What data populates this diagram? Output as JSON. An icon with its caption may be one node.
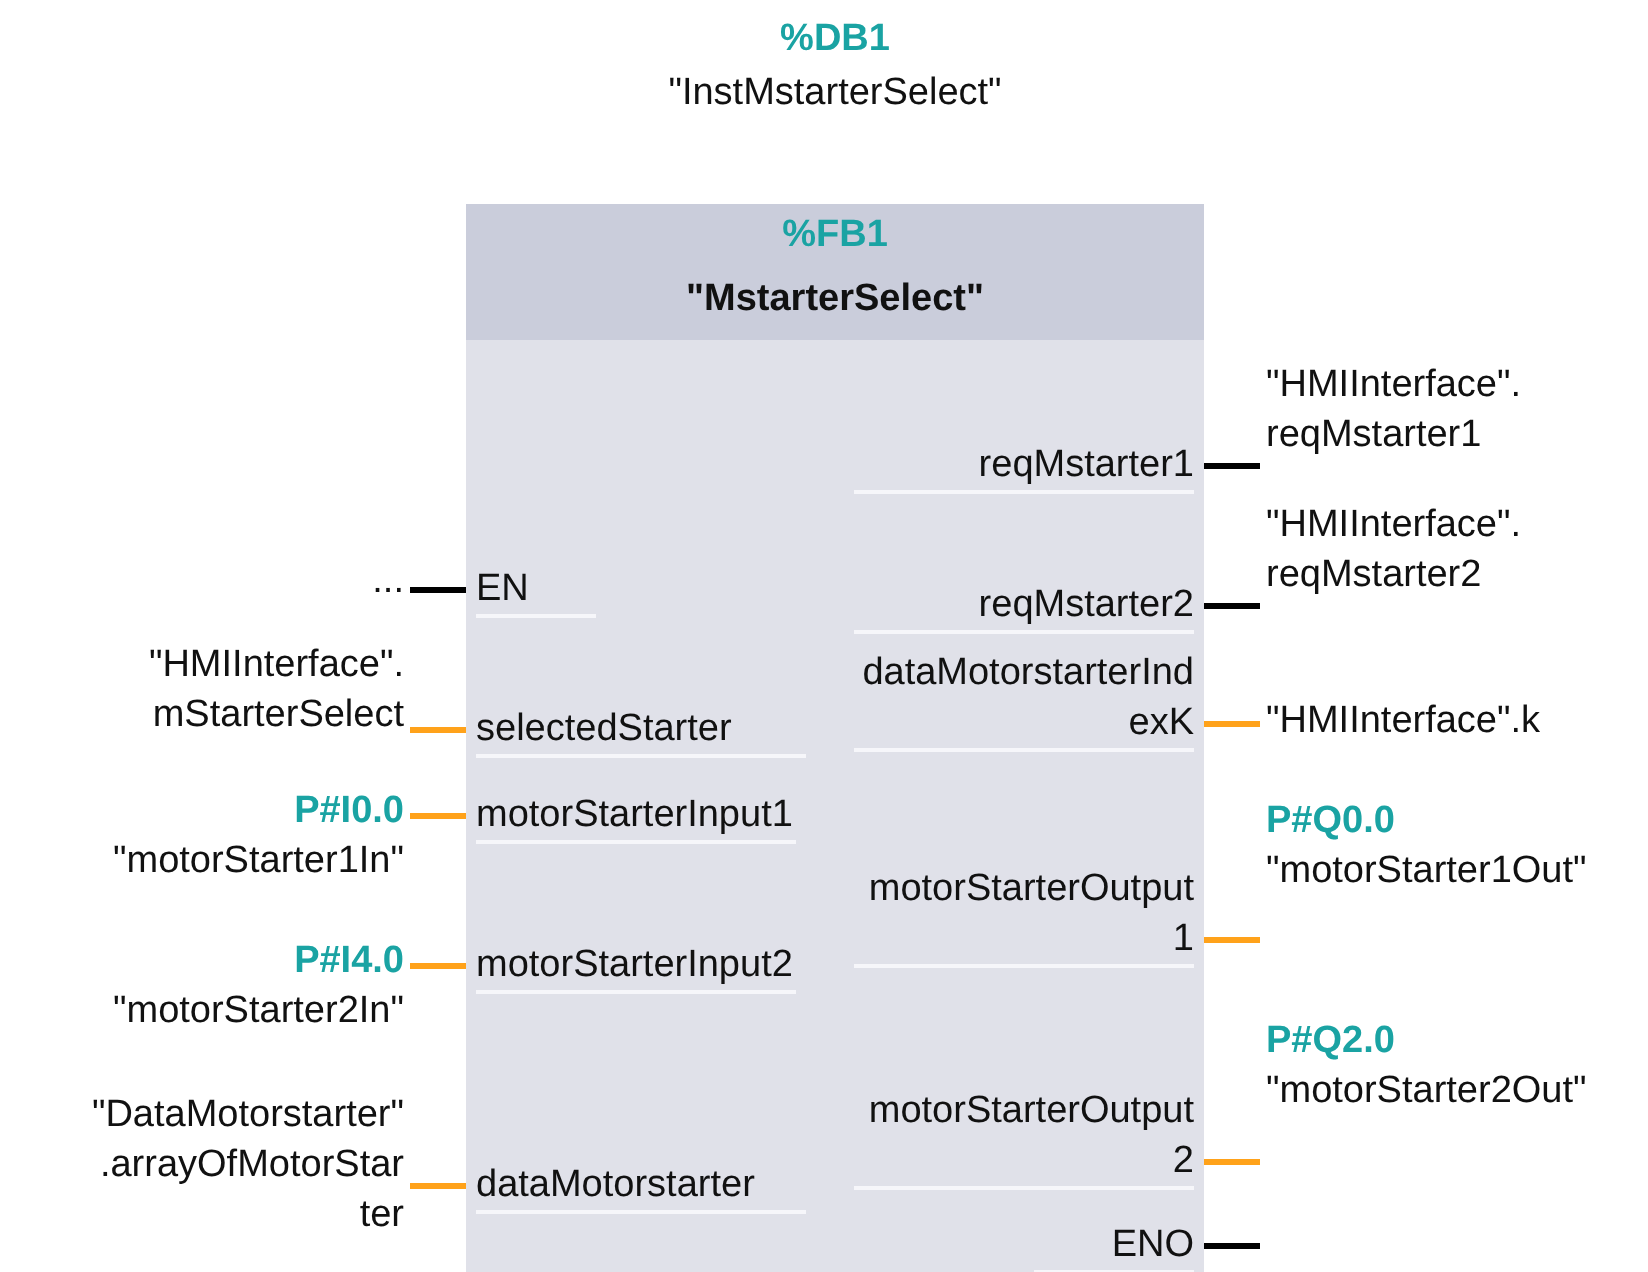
{
  "diagram": {
    "nodes": [
      {
        "text": [
          "%FB1",
          "\"MstarterSelect\""
        ],
        "beside": [
          "%DB1",
          "\"InstMstarterSelect\""
        ]
      },
      {
        "text": [
          "reqMstarter1"
        ],
        "in": 0
      },
      {
        "text": [
          "EN"
        ],
        "in": 0
      },
      {
        "text": [
          "reqMstarter2"
        ],
        "in": 0
      },
      {
        "text": [
          "dataMotorstarterIndexK"
        ],
        "in": 0
      },
      {
        "text": [
          "selectedStarter"
        ],
        "in": 0
      },
      {
        "text": [
          "motorStarterInput1"
        ],
        "in": 0
      },
      {
        "text": [
          "motorStarterOutput1"
        ],
        "in": 0
      },
      {
        "text": [
          "motorStarterInput2"
        ],
        "in": 0
      },
      {
        "text": [
          "motorStarterOutput2"
        ],
        "in": 0
      },
      {
        "text": [
          "dataMotorstarter"
        ],
        "in": 0
      },
      {
        "text": [
          "ENO"
        ],
        "in": 0
      },
      {
        "text": [
          "\"HMIInterface\". reqMstarter1"
        ]
      },
      {
        "text": [
          "..."
        ]
      },
      {
        "text": [
          "\"HMIInterface\". reqMstarter2"
        ]
      },
      {
        "text": [
          "\"HMIInterface\". mStarterSelect"
        ]
      },
      {
        "text": [
          "\"HMIInterface\".k"
        ]
      },
      {
        "text": [
          "P#I0.0",
          "\"motorStarter1In\""
        ]
      },
      {
        "text": [
          "P#Q0.0",
          "\"motorStarter1Out\""
        ]
      },
      {
        "text": [
          "P#I4.0",
          "\"motorStarter2In\""
        ]
      },
      {
        "text": [
          "P#Q2.0",
          "\"motorStarter2Out\""
        ]
      },
      {
        "text": [
          "\"DataMotorstarter\" .arrayOfMotorStarter"
        ]
      }
    ],
    "edges": [
      {
        "from": 1,
        "to": 12,
        "arrow": "none",
        "color": "#000000"
      },
      {
        "from": 13,
        "to": 2,
        "arrow": "none",
        "color": "#000000"
      },
      {
        "from": 3,
        "to": 14,
        "arrow": "none",
        "color": "#000000"
      },
      {
        "from": 15,
        "to": 5,
        "arrow": "none"
      },
      {
        "from": 4,
        "to": 16,
        "arrow": "none"
      },
      {
        "from": 17,
        "to": 6,
        "arrow": "none"
      },
      {
        "from": 7,
        "to": 18,
        "arrow": "none"
      },
      {
        "from": 19,
        "to": 8,
        "arrow": "none"
      },
      {
        "from": 9,
        "to": 20,
        "arrow": "none"
      },
      {
        "from": 21,
        "to": 10,
        "arrow": "none"
      },
      {
        "from": 11,
        "to": null,
        "arrow": "none",
        "color": "#000000"
      }
    ]
  }
}
